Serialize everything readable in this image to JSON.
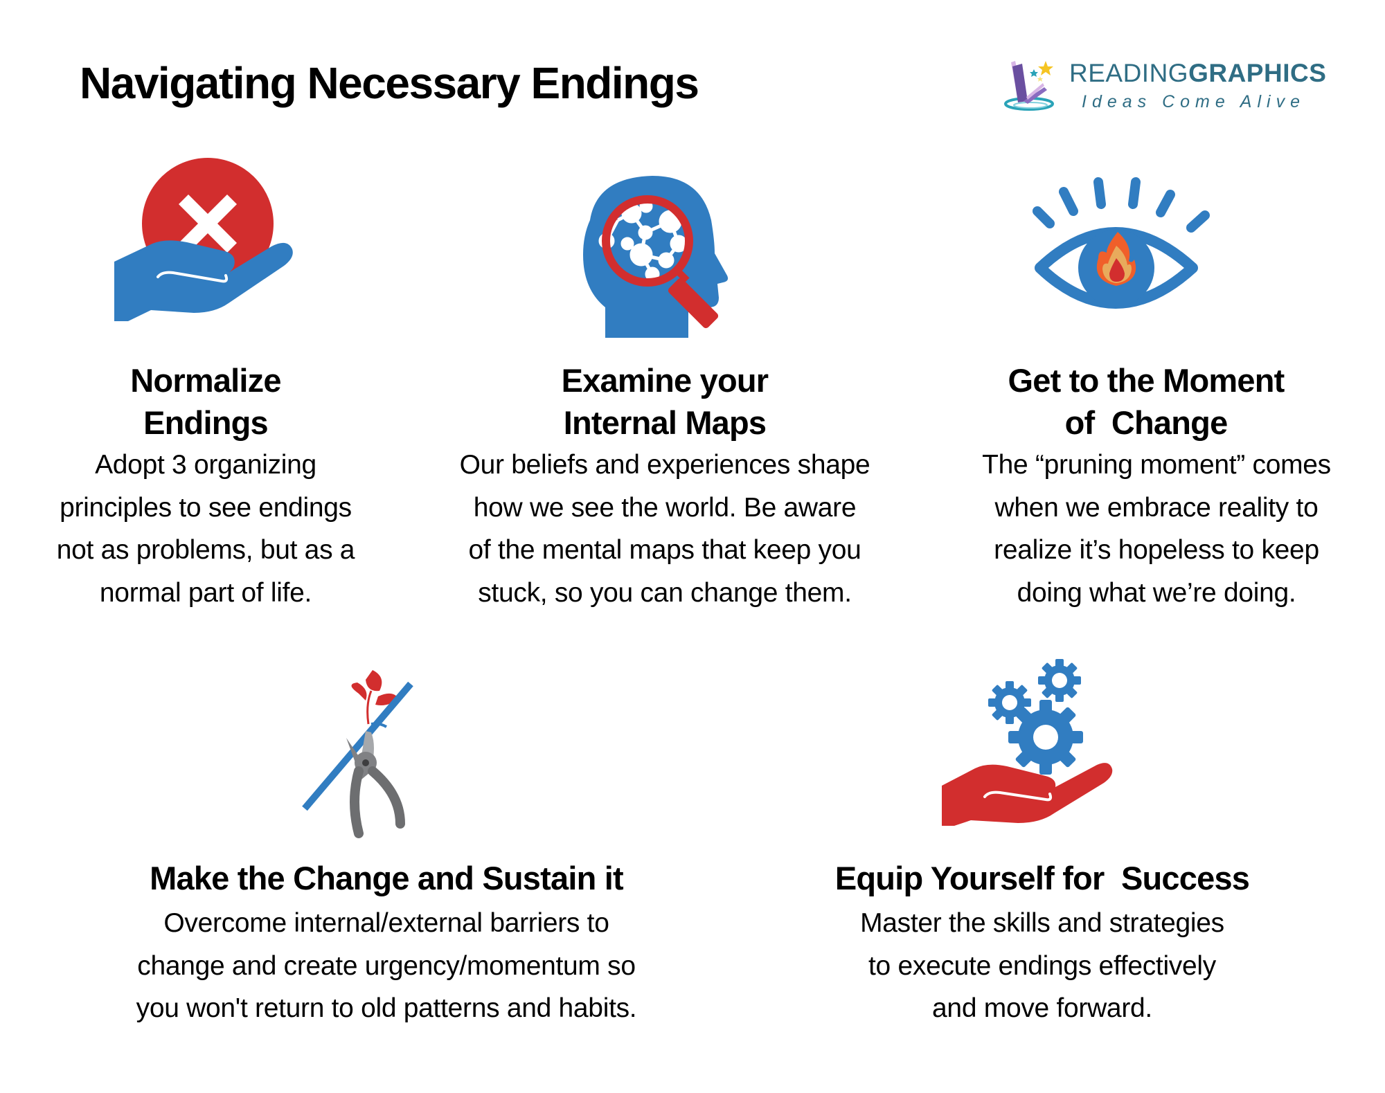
{
  "header": {
    "title": "Navigating Necessary Endings"
  },
  "logo": {
    "name_light": "READING",
    "name_bold": "GRAPHICS",
    "tagline": "Ideas Come Alive",
    "colors": {
      "text": "#2f6d84",
      "book": "#6a4fa0",
      "swoosh": "#2aa3b8",
      "star": "#f5c422"
    }
  },
  "colors": {
    "blue": "#317dc1",
    "red": "#d22e2e",
    "orange": "#f05f2a",
    "tan": "#e8aa5c",
    "gray": "#6d6e70"
  },
  "sections": [
    {
      "icon": "hand-holding-x-icon",
      "heading": [
        "Normalize",
        "Endings"
      ],
      "body": [
        "Adopt 3 organizing",
        "principles to see endings",
        "not as problems, but as a",
        "normal part of life."
      ]
    },
    {
      "icon": "head-magnifier-icon",
      "heading": [
        "Examine your",
        "Internal Maps"
      ],
      "body": [
        "Our beliefs and experiences shape",
        "how we see the world. Be aware",
        "of the mental maps that keep you",
        "stuck, so you can change them."
      ]
    },
    {
      "icon": "eye-fire-icon",
      "heading": [
        "Get to the Moment",
        "of  Change"
      ],
      "body": [
        "The “pruning moment” comes",
        "when we embrace reality to",
        "realize it’s hopeless to keep",
        "doing what we’re doing."
      ]
    },
    {
      "icon": "pruning-shears-icon",
      "heading": [
        "Make the Change and Sustain it"
      ],
      "body": [
        "Overcome internal/external barriers to",
        "change and create urgency/momentum so",
        "you won't return to old patterns and habits."
      ]
    },
    {
      "icon": "hand-gears-icon",
      "heading": [
        "Equip Yourself for  Success"
      ],
      "body": [
        "Master the skills and strategies",
        "to execute endings effectively",
        "and move forward."
      ]
    }
  ]
}
